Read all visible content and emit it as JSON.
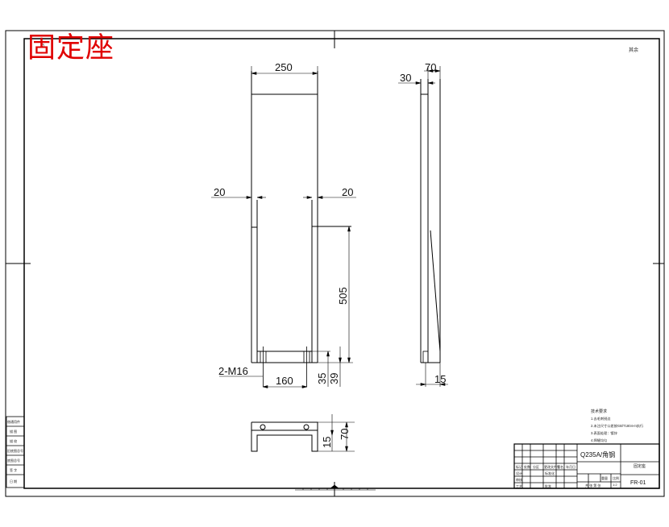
{
  "drawing": {
    "title": "固定座",
    "corner_note": "其余",
    "material": "Q235A/角钢",
    "part_number": "FR-01",
    "part_name": "固定座"
  },
  "front_view": {
    "width": "250",
    "left_thickness": "20",
    "right_thickness": "20",
    "height": "505",
    "hole_label": "2-M16",
    "hole_spacing": "160",
    "dim_35": "35",
    "dim_39": "39"
  },
  "side_view": {
    "width": "70",
    "offset": "30",
    "bottom": "15"
  },
  "top_view": {
    "height": "70",
    "thickness": "15"
  },
  "notes": {
    "heading": "技术要求",
    "lines": [
      "1.去毛刺锐边",
      "2.未注尺寸公差按GB/T1804-m执行",
      "3.表面处理：镀锌",
      "4.焊缝均匀"
    ]
  },
  "left_strip": [
    "借通用件",
    "描 图",
    "描 校",
    "旧底图总号",
    "底图总号",
    "签 字",
    "日 期"
  ],
  "title_block": {
    "header_cells": [
      "标记",
      "处数",
      "分区",
      "更改文件号",
      "签名",
      "年月日"
    ],
    "row_labels": [
      "设计",
      "审核",
      "工艺",
      "批准"
    ],
    "std_label": "标准化",
    "scale_label": "比例",
    "weight_label": "重量",
    "sheet_label": "共 张 第 张",
    "weight_value": "1:2"
  }
}
